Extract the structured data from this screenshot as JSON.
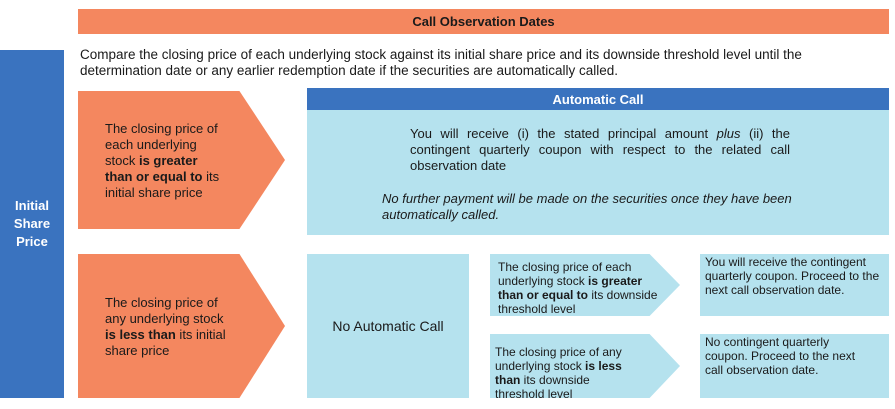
{
  "banner": {
    "title": "Call Observation Dates"
  },
  "intro": {
    "text": "Compare the closing price of each underlying stock against its initial share price and its downside threshold level until the determination date or any earlier redemption date if the securities are automatically called."
  },
  "sidebar": {
    "line1": "Initial",
    "line2": "Share",
    "line3": "Price"
  },
  "arrow_top": {
    "pre": "The closing price of each underlying stock ",
    "bold": "is greater than or equal to",
    "post": " its initial share price"
  },
  "arrow_bottom": {
    "pre": "The closing price of any underlying stock ",
    "bold1": "is",
    "bold2": " less than",
    "post": " its initial share price"
  },
  "auto_call": {
    "header": "Automatic Call",
    "para1_pre": "You will receive (i) the stated principal amount ",
    "para1_em": "plus",
    "para1_post": " (ii) the contingent quarterly coupon with respect to the related call observation date",
    "para2": "No further payment will be made on the securities once they have been automatically called."
  },
  "no_auto_call": {
    "label": "No Automatic Call"
  },
  "threshold_above": {
    "pre": "The closing price of each underlying stock ",
    "bold": "is greater than or equal to",
    "post": " its downside threshold level"
  },
  "threshold_below": {
    "pre": "The closing price of any underlying stock ",
    "bold": "is less than",
    "post": " its downside threshold level"
  },
  "outcome_above": {
    "text": "You will receive the contingent quarterly coupon.  Proceed to the next call observation date."
  },
  "outcome_below": {
    "text": "No contingent quarterly coupon.  Proceed to the next call observation date."
  },
  "colors": {
    "orange": "#f4875f",
    "blue": "#3a73bf",
    "light_blue": "#b5e2ee"
  }
}
